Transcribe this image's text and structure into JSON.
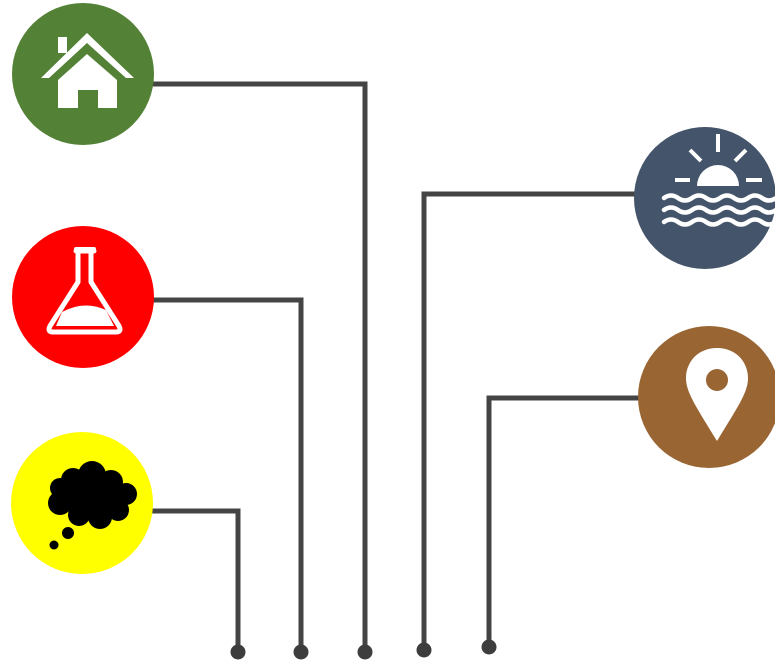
{
  "nodes": [
    {
      "id": "home",
      "icon": "home-icon",
      "color": "#538135"
    },
    {
      "id": "lab",
      "icon": "flask-icon",
      "color": "#ff0000"
    },
    {
      "id": "idea",
      "icon": "thought-bubble-icon",
      "color": "#ffff00"
    },
    {
      "id": "sea",
      "icon": "sunrise-over-water-icon",
      "color": "#44546a"
    },
    {
      "id": "location",
      "icon": "map-pin-icon",
      "color": "#996633"
    }
  ],
  "connector_color": "#444444"
}
